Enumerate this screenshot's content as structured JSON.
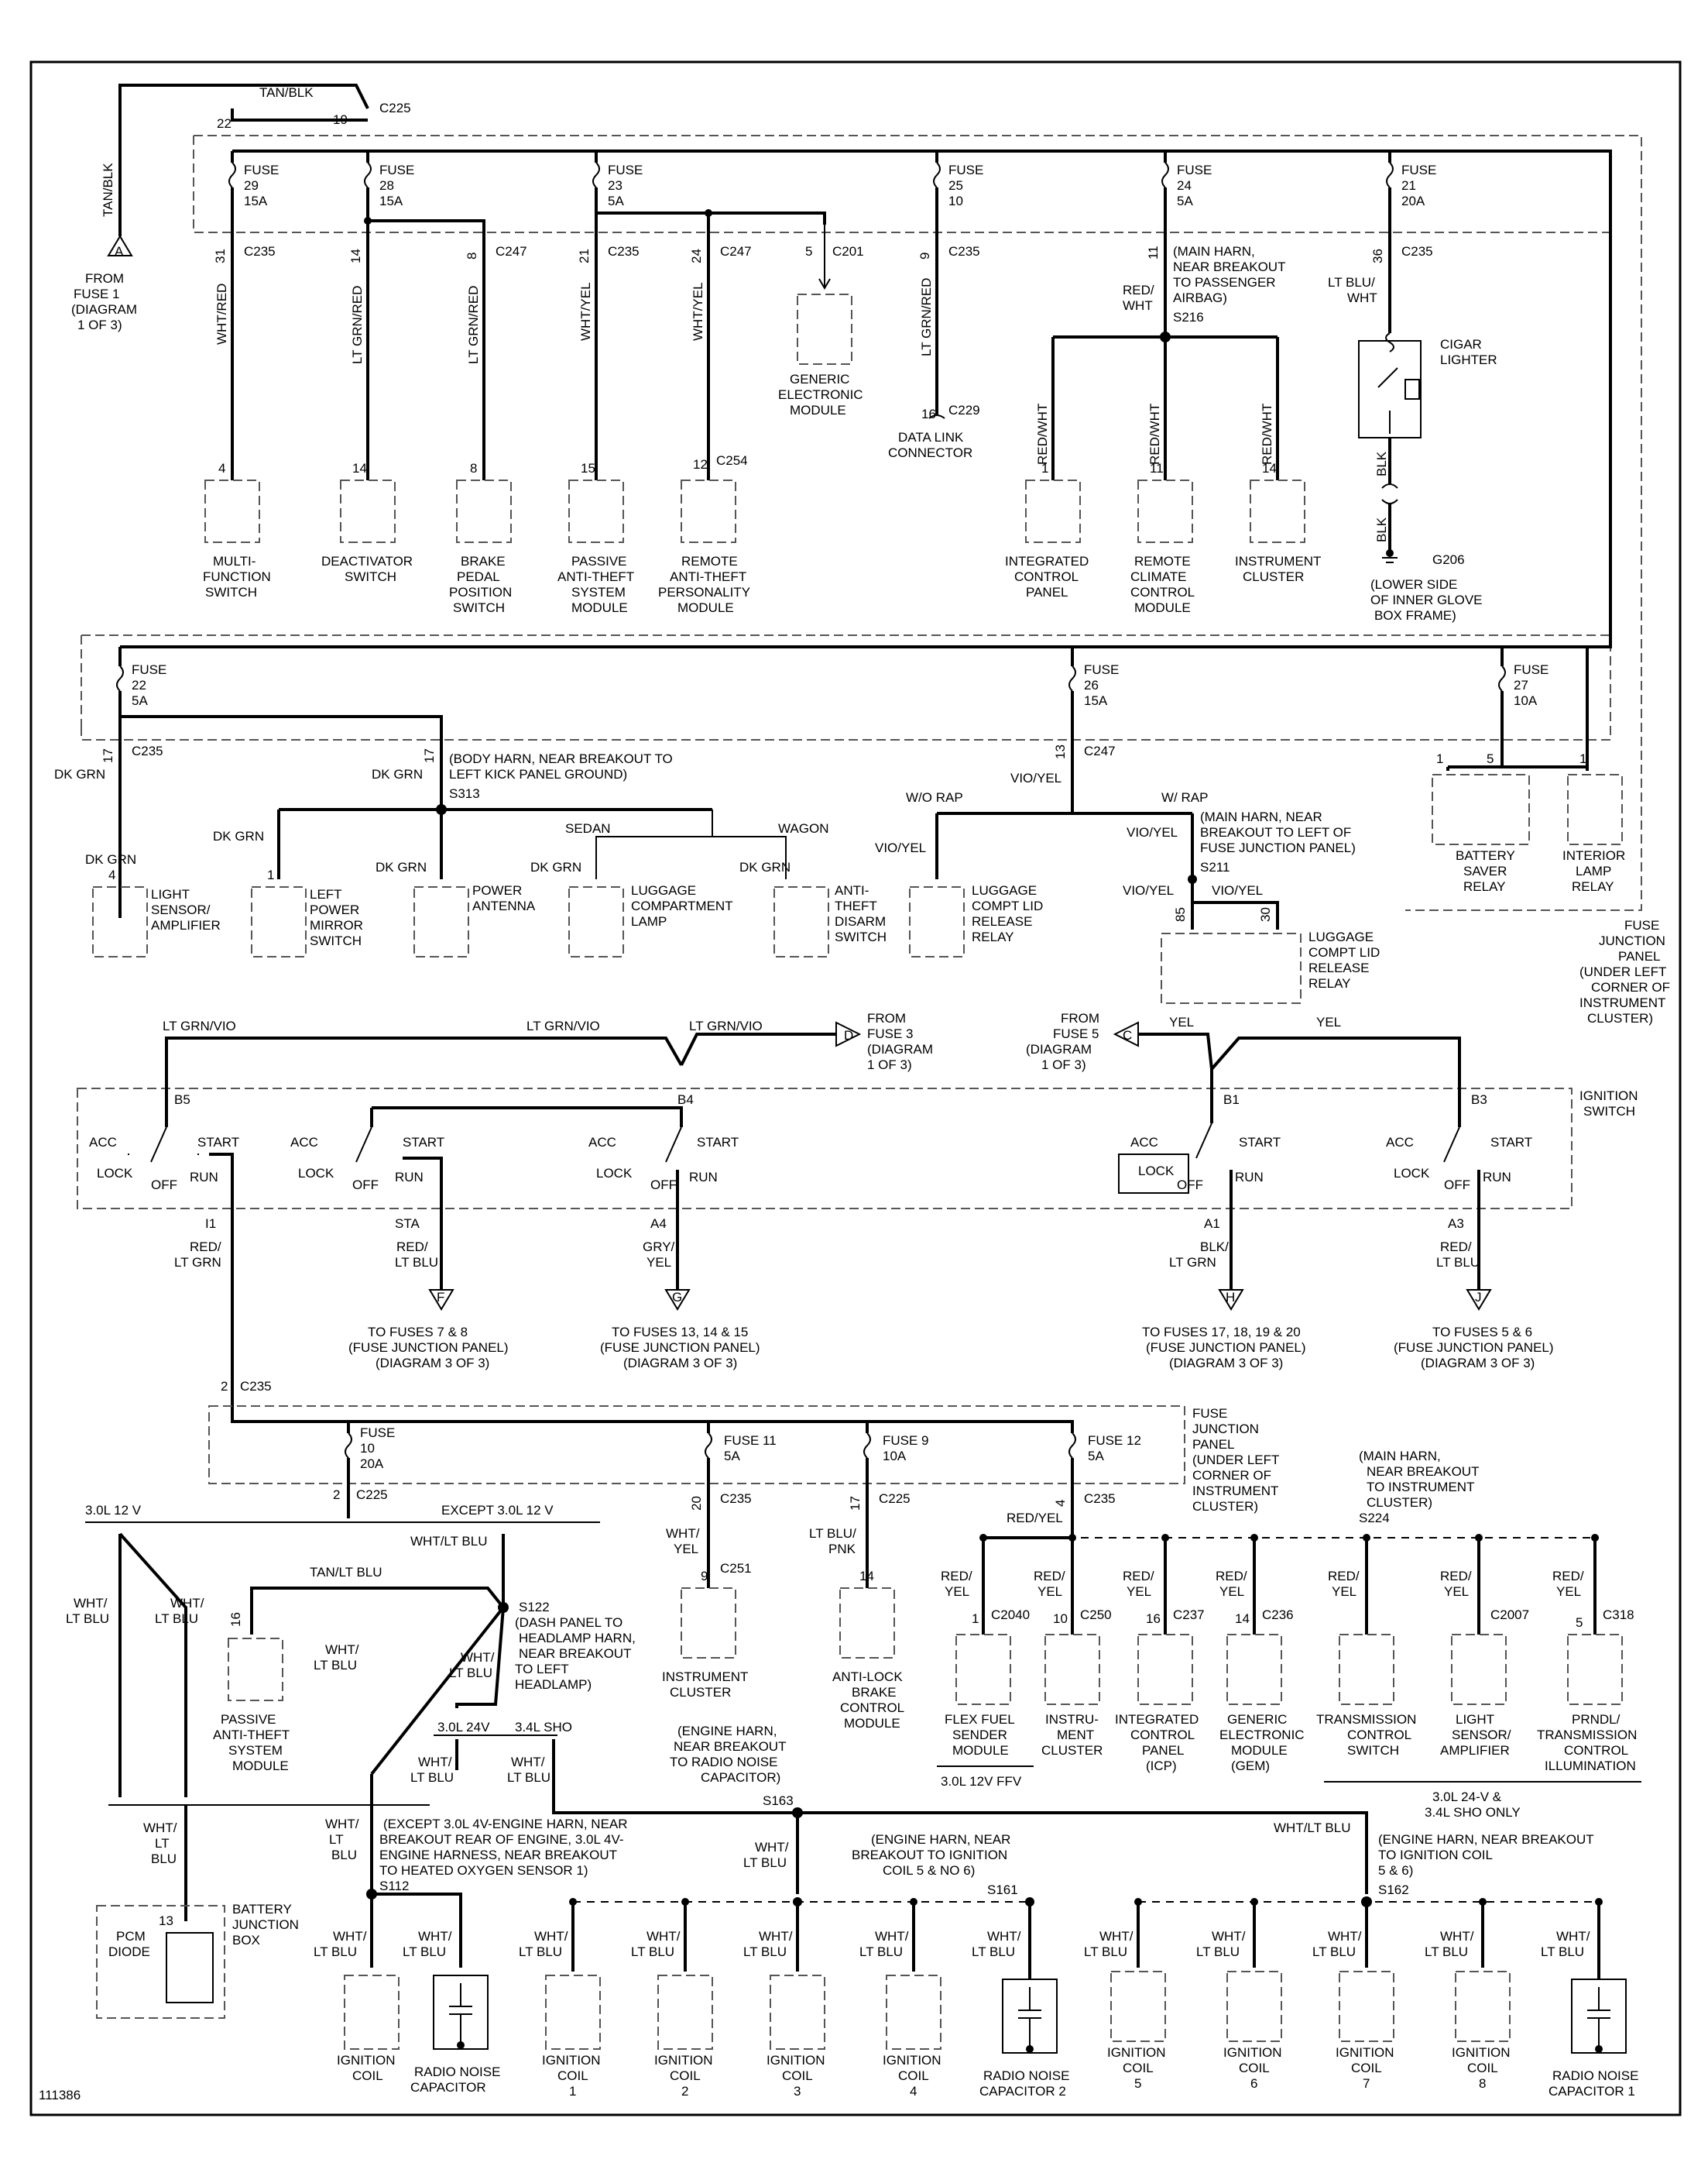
{
  "ref": "111386",
  "t": {
    "tanblk": "TAN/BLK",
    "c225": "C225",
    "p22": "22",
    "p19": "19",
    "tanblk_v": "TAN/BLK",
    "from_a": [
      "FROM",
      "FUSE 1",
      "(DIAGRAM",
      "1 OF 3)"
    ],
    "tag_a": "A",
    "f29": [
      "FUSE",
      "29",
      "15A"
    ],
    "f28": [
      "FUSE",
      "28",
      "15A"
    ],
    "f23": [
      "FUSE",
      "23",
      "5A"
    ],
    "f25": [
      "FUSE",
      "25",
      "10"
    ],
    "f24": [
      "FUSE",
      "24",
      "5A"
    ],
    "f21": [
      "FUSE",
      "21",
      "20A"
    ],
    "c235": "C235",
    "c247": "C247",
    "c201": "C201",
    "c229": "C229",
    "c254": "C254",
    "n31": "31",
    "n14": "14",
    "n8": "8",
    "n21": "21",
    "n24": "24",
    "n5": "5",
    "n9": "9",
    "n11": "11",
    "n36": "36",
    "w_whtred": "WHT/RED",
    "w_ltgrnred": "LT GRN/RED",
    "w_whtyel": "WHT/YEL",
    "w_redwht": "RED/WHT",
    "w_red": "RED/",
    "w_wht": "WHT",
    "s216_note": [
      "(MAIN HARN,",
      "NEAR BREAKOUT",
      "TO PASSENGER",
      "AIRBAG)"
    ],
    "s216": "S216",
    "w_ltblu": "LT BLU/",
    "w_wht2": "WHT",
    "cigar": [
      "CIGAR",
      "LIGHTER"
    ],
    "w_blk": "BLK",
    "g206": "G206",
    "g206_note": [
      "(LOWER SIDE",
      "OF INNER GLOVE",
      "BOX FRAME)"
    ],
    "gem1": [
      "GENERIC",
      "ELECTRONIC",
      "MODULE"
    ],
    "n16": "16",
    "dlc": [
      "DATA LINK",
      "CONNECTOR"
    ],
    "n4": "4",
    "n14b": "14",
    "n8b": "8",
    "n15": "15",
    "n12": "12",
    "n1": "1",
    "n11b": "11",
    "n14c": "14",
    "mfs": [
      "MULTI-",
      "FUNCTION",
      "SWITCH"
    ],
    "deact": [
      "DEACTIVATOR",
      "SWITCH"
    ],
    "brake": [
      "BRAKE",
      "PEDAL",
      "POSITION",
      "SWITCH"
    ],
    "pats": [
      "PASSIVE",
      "ANTI-THEFT",
      "SYSTEM",
      "MODULE"
    ],
    "rats": [
      "REMOTE",
      "ANTI-THEFT",
      "PERSONALITY",
      "MODULE"
    ],
    "icp": [
      "INTEGRATED",
      "CONTROL",
      "PANEL"
    ],
    "rcc": [
      "REMOTE",
      "CLIMATE",
      "CONTROL",
      "MODULE"
    ],
    "ic": [
      "INSTRUMENT",
      "CLUSTER"
    ],
    "f22": [
      "FUSE",
      "22",
      "5A"
    ],
    "f26": [
      "FUSE",
      "26",
      "15A"
    ],
    "f27": [
      "FUSE",
      "27",
      "10A"
    ],
    "n17": "17",
    "n17b": "17",
    "n13": "13",
    "dkgrn": "DK GRN",
    "s313_note": [
      "(BODY HARN, NEAR BREAKOUT TO",
      "LEFT KICK PANEL GROUND)"
    ],
    "s313": "S313",
    "viryel": "VIO/YEL",
    "wo_rap": "W/O RAP",
    "w_rap": "W/ RAP",
    "s211_note": [
      "(MAIN HARN, NEAR",
      "BREAKOUT TO LEFT OF",
      "FUSE JUNCTION PANEL)"
    ],
    "s211": "S211",
    "sedan": "SEDAN",
    "wagon": "WAGON",
    "n85": "85",
    "n30": "30",
    "light_sensor": [
      "LIGHT",
      "SENSOR/",
      "AMPLIFIER"
    ],
    "mirror": [
      "LEFT",
      "POWER",
      "MIRROR",
      "SWITCH"
    ],
    "antenna": [
      "POWER",
      "ANTENNA"
    ],
    "lug_lamp": [
      "LUGGAGE",
      "COMPARTMENT",
      "LAMP"
    ],
    "anti_disarm": [
      "ANTI-",
      "THEFT",
      "DISARM",
      "SWITCH"
    ],
    "lug_relay": [
      "LUGGAGE",
      "COMPT LID",
      "RELEASE",
      "RELAY"
    ],
    "lug_relay2": [
      "LUGGAGE",
      "COMPT LID",
      "RELEASE",
      "RELAY"
    ],
    "batt_saver": [
      "BATTERY",
      "SAVER",
      "RELAY"
    ],
    "int_lamp": [
      "INTERIOR",
      "LAMP",
      "RELAY"
    ],
    "fjp": [
      "FUSE",
      "JUNCTION",
      "PANEL",
      "(UNDER LEFT",
      "CORNER OF",
      "INSTRUMENT",
      "CLUSTER)"
    ],
    "ltgrnvio": "LT GRN/VIO",
    "from_d": [
      "FROM",
      "FUSE 3",
      "(DIAGRAM",
      "1 OF 3)"
    ],
    "tag_d": "D",
    "from_c": [
      "FROM",
      "FUSE 5",
      "(DIAGRAM",
      "1 OF 3)"
    ],
    "tag_c": "C",
    "yel": "YEL",
    "b5": "B5",
    "b4": "B4",
    "b1": "B1",
    "b3": "B3",
    "ign_sw": [
      "IGNITION",
      "SWITCH"
    ],
    "acc": "ACC",
    "lock": "LOCK",
    "off": "OFF",
    "start": "START",
    "run": "RUN",
    "i1": "I1",
    "sta": "STA",
    "a4": "A4",
    "a1": "A1",
    "a3": "A3",
    "w_redltgrn": [
      "RED/",
      "LT GRN"
    ],
    "w_redltblu": [
      "RED/",
      "LT BLU"
    ],
    "w_gryyel": [
      "GRY/",
      "YEL"
    ],
    "w_blkltgrn": [
      "BLK/",
      "LT GRN"
    ],
    "w_redltblu2": [
      "RED/",
      "LT BLU"
    ],
    "tag_f": "F",
    "tag_g": "G",
    "tag_h": "H",
    "tag_j": "J",
    "to_f": [
      "TO FUSES 7 & 8",
      "(FUSE JUNCTION PANEL)",
      "(DIAGRAM 3 OF 3)"
    ],
    "to_g": [
      "TO FUSES 13, 14 & 15",
      "(FUSE JUNCTION PANEL)",
      "(DIAGRAM 3 OF 3)"
    ],
    "to_h": [
      "TO FUSES 17, 18, 19 & 20",
      "(FUSE JUNCTION PANEL)",
      "(DIAGRAM 3 OF 3)"
    ],
    "to_j": [
      "TO FUSES 5 & 6",
      "(FUSE JUNCTION PANEL)",
      "(DIAGRAM 3 OF 3)"
    ],
    "n2": "2",
    "c235b": "C235",
    "f10": [
      "FUSE",
      "10",
      "20A"
    ],
    "f11": "FUSE 11",
    "f11a": "5A",
    "f9": "FUSE 9",
    "f9a": "10A",
    "f12": "FUSE 12",
    "f12a": "5A",
    "fjp2": [
      "FUSE",
      "JUNCTION",
      "PANEL",
      "(UNDER LEFT",
      "CORNER OF",
      "INSTRUMENT",
      "CLUSTER)"
    ],
    "n2b": "2",
    "c225b": "C225",
    "n20": "20",
    "c235c": "C235",
    "n17c": "17",
    "c225c": "C225",
    "n4b": "4",
    "c235d": "C235",
    "s224_note": [
      "(MAIN HARN,",
      "NEAR BREAKOUT",
      "TO INSTRUMENT",
      "CLUSTER)"
    ],
    "s224": "S224",
    "v30l12": "3.0L 12 V",
    "exc30l": "EXCEPT 3.0L 12 V",
    "whtltblu": "WHT/LT BLU",
    "w_whtltblu": [
      "WHT/",
      "LT BLU"
    ],
    "tanltblu": "TAN/LT BLU",
    "s122": "S122",
    "s122_note": [
      "(DASH PANEL TO",
      "HEADLAMP HARN,",
      "NEAR BREAKOUT",
      "TO LEFT",
      "HEADLAMP)"
    ],
    "v30l24": "3.0L 24V",
    "v34l": "3.4L SHO",
    "w_whtyel2": [
      "WHT/",
      "YEL"
    ],
    "w_ltblupnk": [
      "LT BLU/",
      "PNK"
    ],
    "n9b": "9",
    "c251": "C251",
    "n14d": "14",
    "w_redyel": "RED/YEL",
    "w_ry": [
      "RED/",
      "YEL"
    ],
    "n1b": "1",
    "c2040": "C2040",
    "n10": "10",
    "c250": "C250",
    "n16b": "16",
    "c237": "C237",
    "n14e": "14",
    "c236": "C236",
    "c2007": "C2007",
    "n5b": "5",
    "c318": "C318",
    "ic2": [
      "INSTRUMENT",
      "CLUSTER"
    ],
    "abs": [
      "ANTI-LOCK",
      "BRAKE",
      "CONTROL",
      "MODULE"
    ],
    "ffs": [
      "FLEX FUEL",
      "SENDER",
      "MODULE"
    ],
    "v30lffv": "3.0L 12V FFV",
    "instcl": [
      "INSTRU-",
      "MENT",
      "CLUSTER"
    ],
    "icp2": [
      "INTEGRATED",
      "CONTROL",
      "PANEL",
      "(ICP)"
    ],
    "gem2": [
      "GENERIC",
      "ELECTRONIC",
      "MODULE",
      "(GEM)"
    ],
    "tcs": [
      "TRANSMISSION",
      "CONTROL",
      "SWITCH"
    ],
    "ls2": [
      "LIGHT",
      "SENSOR/",
      "AMPLIFIER"
    ],
    "prndl": [
      "PRNDL/",
      "TRANSMISSION",
      "CONTROL",
      "ILLUMINATION"
    ],
    "v24sho": [
      "3.0L 24-V &",
      "3.4L SHO ONLY"
    ],
    "n16c": "16",
    "pats2": [
      "PASSIVE",
      "ANTI-THEFT",
      "SYSTEM",
      "MODULE"
    ],
    "s163_note": [
      "(ENGINE HARN,",
      "NEAR BREAKOUT",
      "TO RADIO NOISE",
      "CAPACITOR)"
    ],
    "s163": "S163",
    "w_whtltblu3": [
      "WHT/",
      "LT",
      "BLU"
    ],
    "n13b": "13",
    "pcm": [
      "PCM",
      "DIODE"
    ],
    "bjb": [
      "BATTERY",
      "JUNCTION",
      "BOX"
    ],
    "s112_note": [
      "(EXCEPT 3.0L 4V-ENGINE HARN, NEAR",
      "BREAKOUT REAR OF ENGINE, 3.0L 4V-",
      "ENGINE HARNESS, NEAR BREAKOUT",
      "TO HEATED OXYGEN SENSOR 1)"
    ],
    "s112": "S112",
    "s161_note": [
      "(ENGINE HARN, NEAR",
      "BREAKOUT TO IGNITION",
      "COIL 5 & NO 6)"
    ],
    "s161": "S161",
    "s162_note": [
      "(ENGINE HARN, NEAR BREAKOUT",
      "TO IGNITION COIL",
      "5 & 6)"
    ],
    "s162": "S162",
    "ign_coil": [
      "IGNITION",
      "COIL"
    ],
    "rnc": [
      "RADIO NOISE",
      "CAPACITOR"
    ],
    "coil1": [
      "IGNITION",
      "COIL",
      "1"
    ],
    "coil2": [
      "IGNITION",
      "COIL",
      "2"
    ],
    "coil3": [
      "IGNITION",
      "COIL",
      "3"
    ],
    "coil4": [
      "IGNITION",
      "COIL",
      "4"
    ],
    "rnc2": [
      "RADIO NOISE",
      "CAPACITOR 2"
    ],
    "coil5": [
      "IGNITION",
      "COIL",
      "5"
    ],
    "coil6": [
      "IGNITION",
      "COIL",
      "6"
    ],
    "coil7": [
      "IGNITION",
      "COIL",
      "7"
    ],
    "coil8": [
      "IGNITION",
      "COIL",
      "8"
    ],
    "rnc1": [
      "RADIO NOISE",
      "CAPACITOR 1"
    ]
  }
}
